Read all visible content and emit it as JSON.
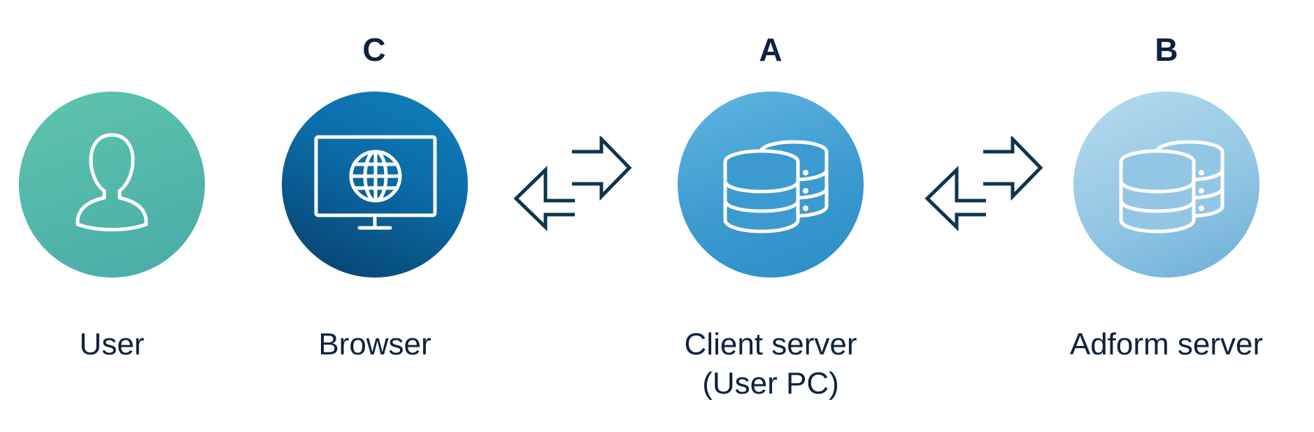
{
  "nodes": {
    "user": {
      "label_lines": [
        "User"
      ]
    },
    "browser": {
      "letter": "C",
      "label_lines": [
        "Browser"
      ]
    },
    "client": {
      "letter": "A",
      "label_lines": [
        "Client server",
        "(User PC)"
      ]
    },
    "adform": {
      "letter": "B",
      "label_lines": [
        "Adform server"
      ]
    }
  },
  "icons": {
    "user": "user-icon",
    "browser": "monitor-globe-icon",
    "client": "database-stack-icon",
    "adform": "database-stack-icon",
    "exchange": "bidirectional-arrows-icon"
  },
  "colors": {
    "text": "#0d2240",
    "user_circle": [
      "#5cc0a9",
      "#47a9ab"
    ],
    "browser_circle": [
      "#0f7fba",
      "#06426b"
    ],
    "client_circle": [
      "#5ab0de",
      "#2e8fc7"
    ],
    "adform_circle": [
      "#b2d9ec",
      "#6fb0d9"
    ],
    "arrow_stroke": "#0d3550",
    "icon_stroke": "#ffffff"
  }
}
